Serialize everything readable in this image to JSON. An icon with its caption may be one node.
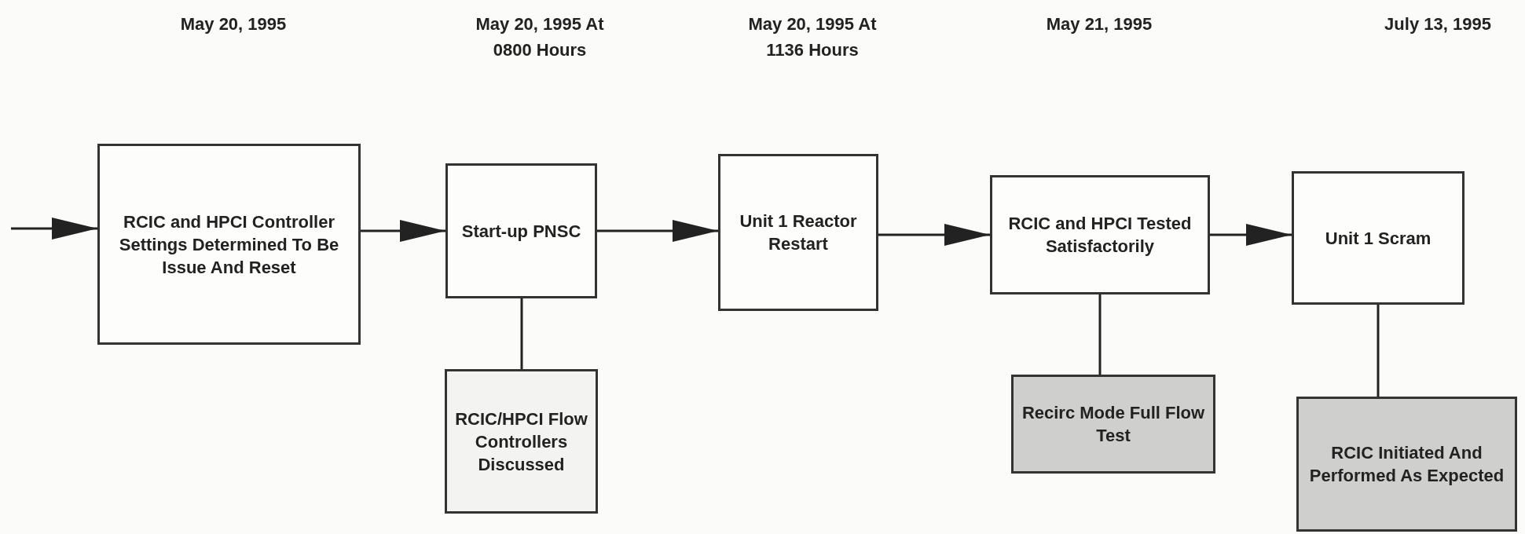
{
  "diagram": {
    "nodes": [
      {
        "text": [
          "RCIC and HPCI Controller Settings Determined To Be Issue And Reset"
        ]
      },
      {
        "text": [
          "Start-up PNSC"
        ]
      },
      {
        "text": [
          "RCIC/HPCI Flow Controllers Discussed"
        ]
      },
      {
        "text": [
          "Unit 1 Reactor Restart"
        ]
      },
      {
        "text": [
          "RCIC and HPCI Tested Satisfactorily"
        ]
      },
      {
        "text": [
          "Recirc Mode Full Flow Test"
        ]
      },
      {
        "text": [
          "Unit 1 Scram"
        ]
      },
      {
        "text": [
          "RCIC Initiated And Performed As Expected"
        ]
      }
    ],
    "edges": [
      {
        "from": null,
        "to": 0,
        "arrow": "to"
      },
      {
        "from": 0,
        "to": 1,
        "arrow": "to"
      },
      {
        "from": 1,
        "to": 3,
        "arrow": "to"
      },
      {
        "from": 3,
        "to": 4,
        "arrow": "to"
      },
      {
        "from": 4,
        "to": 6,
        "arrow": "to"
      },
      {
        "from": 1,
        "to": 2,
        "arrow": "none"
      },
      {
        "from": 4,
        "to": 5,
        "arrow": "none"
      },
      {
        "from": 6,
        "to": 7,
        "arrow": "none"
      }
    ],
    "labels": [
      "May 20, 1995",
      "May 20, 1995 At 0800 Hours",
      "May 20, 1995 At 1136 Hours",
      "May 21, 1995",
      "July 13, 1995"
    ]
  }
}
